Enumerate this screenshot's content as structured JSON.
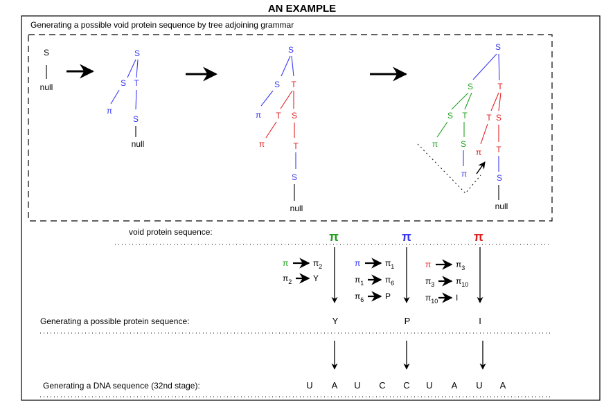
{
  "title": "AN EXAMPLE",
  "subtitle": "Generating a possible void protein sequence by tree adjoining grammar",
  "colors": {
    "black": "#000000",
    "blue": "#3a3af0",
    "red": "#e02020",
    "green": "#20a020"
  },
  "tree_symbols": {
    "s": "S",
    "t": "T",
    "pi": "π",
    "null": "null"
  },
  "sections": {
    "void_protein": "void protein sequence:",
    "protein": "Generating a possible protein sequence:",
    "dna": "Generating a DNA sequence (32nd stage):"
  },
  "void_sequence": [
    "π",
    "π",
    "π"
  ],
  "rules": {
    "green": [
      {
        "lhs": "π",
        "lhs_sub": "",
        "rhs": "π",
        "rhs_sub": "2"
      },
      {
        "lhs": "π",
        "lhs_sub": "2",
        "rhs": "Y",
        "rhs_sub": ""
      }
    ],
    "blue": [
      {
        "lhs": "π",
        "lhs_sub": "",
        "rhs": "π",
        "rhs_sub": "1"
      },
      {
        "lhs": "π",
        "lhs_sub": "1",
        "rhs": "π",
        "rhs_sub": "6"
      },
      {
        "lhs": "π",
        "lhs_sub": "6",
        "rhs": "P",
        "rhs_sub": ""
      }
    ],
    "red": [
      {
        "lhs": "π",
        "lhs_sub": "",
        "rhs": "π",
        "rhs_sub": "3"
      },
      {
        "lhs": "π",
        "lhs_sub": "3",
        "rhs": "π",
        "rhs_sub": "10"
      },
      {
        "lhs": "π",
        "lhs_sub": "10",
        "rhs": "I",
        "rhs_sub": ""
      }
    ]
  },
  "protein_sequence": [
    "Y",
    "P",
    "I"
  ],
  "dna_sequence": [
    "U",
    "A",
    "U",
    "C",
    "C",
    "U",
    "A",
    "U",
    "A"
  ]
}
